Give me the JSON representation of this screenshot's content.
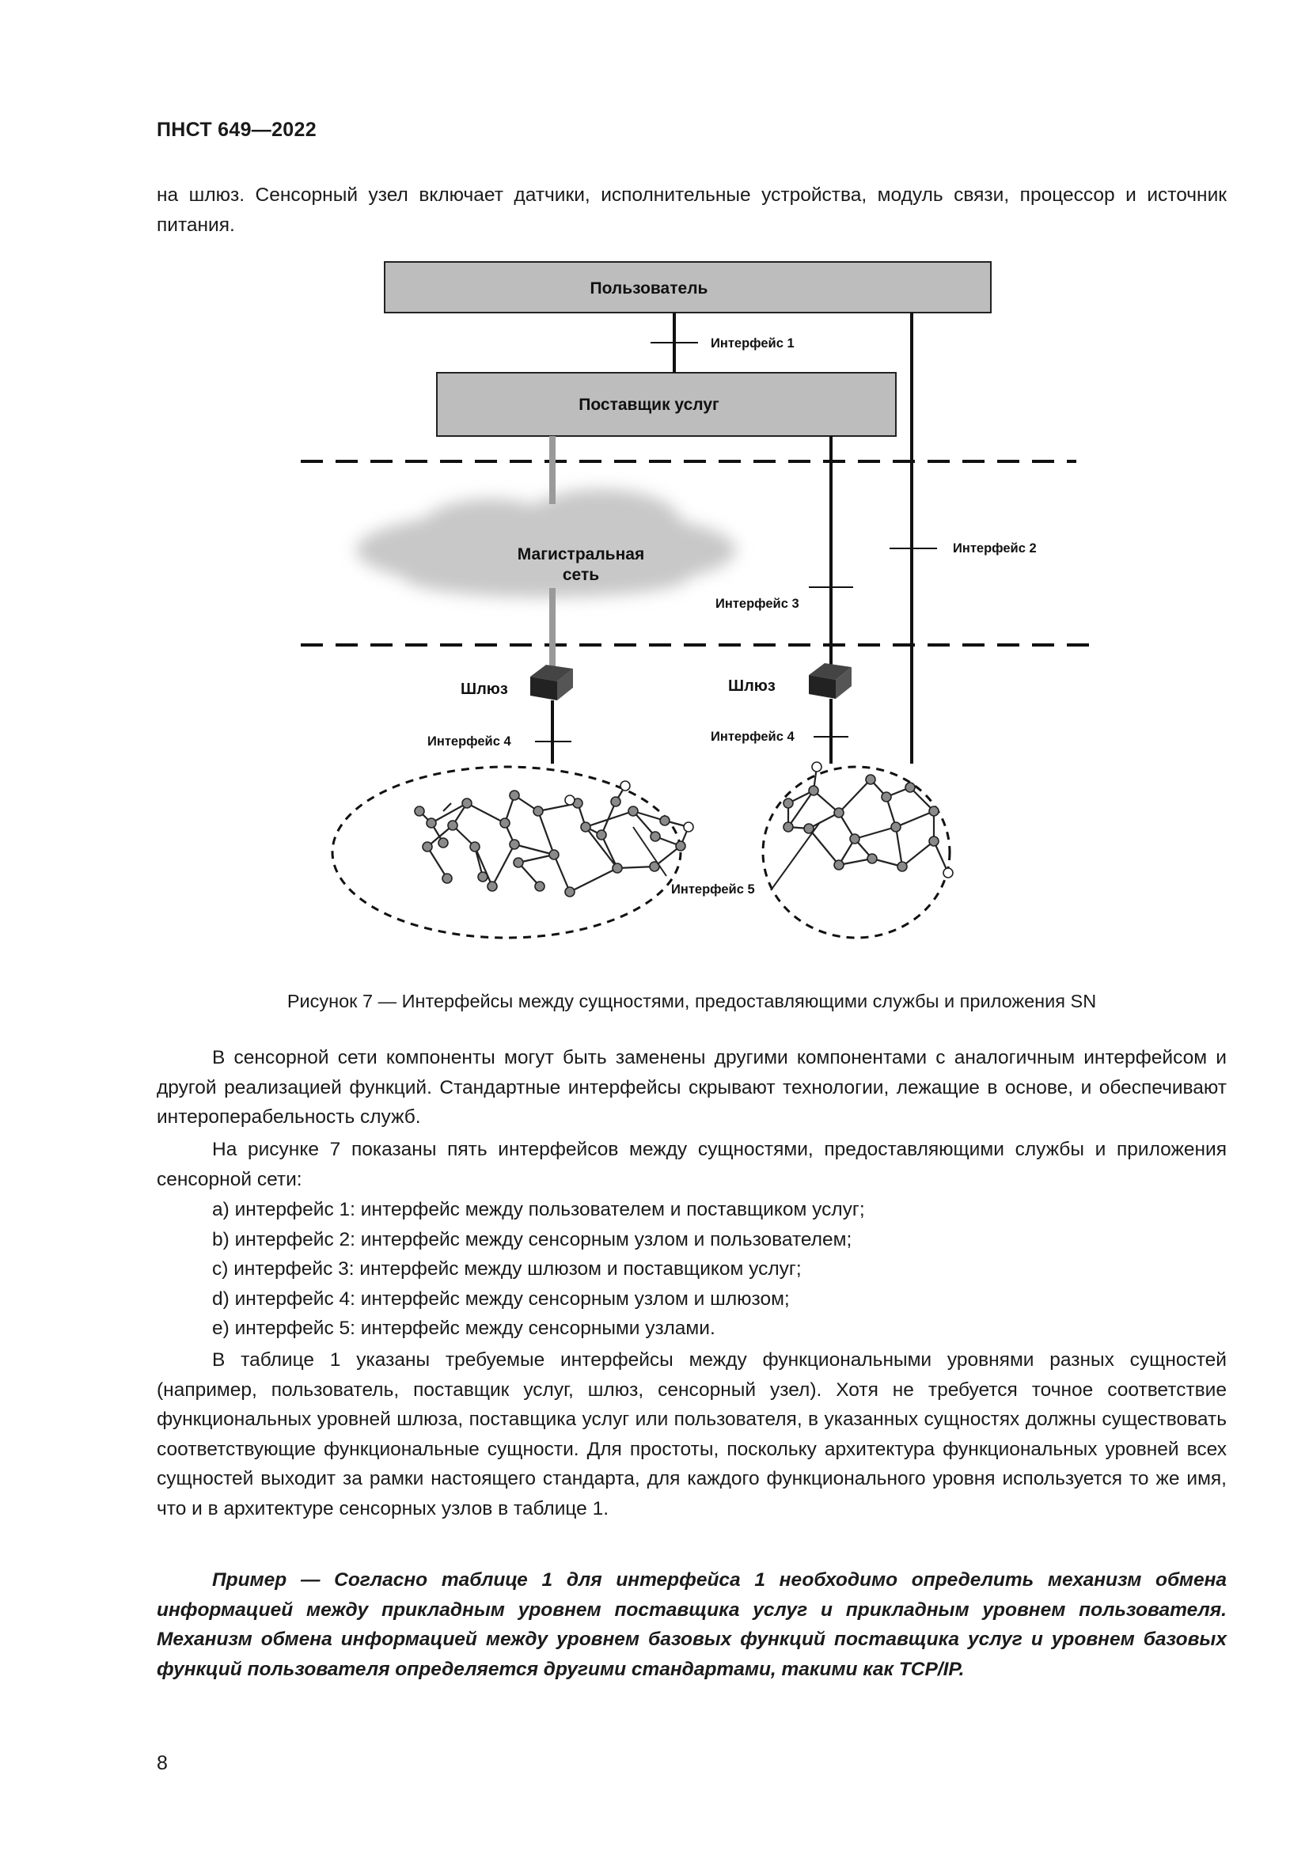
{
  "header": {
    "standard": "ПНСТ 649—2022"
  },
  "intro": "на шлюз. Сенсорный узел включает датчики, исполнительные устройства, модуль связи, процессор и источник питания.",
  "figure": {
    "user_box": "Пользователь",
    "provider_box": "Поставщик услуг",
    "backbone_line1": "Магистральная",
    "backbone_line2": "сеть",
    "gateway_left": "Шлюз",
    "gateway_right": "Шлюз",
    "interface1": "Интерфейс 1",
    "interface2": "Интерфейс 2",
    "interface3": "Интерфейс 3",
    "interface4_left": "Интерфейс 4",
    "interface4_right": "Интерфейс 4",
    "interface5": "Интерфейс 5"
  },
  "caption": "Рисунок 7 — Интерфейсы между сущностями, предоставляющими службы и приложения SN",
  "para1": "В сенсорной сети компоненты могут быть заменены другими компонентами с аналогичным интерфейсом и другой реализацией функций. Стандартные интерфейсы скрывают технологии, лежащие в основе, и обеспечивают интероперабельность служб.",
  "para2": "На рисунке 7 показаны пять интерфейсов между сущностями, предоставляющими службы и приложения сенсорной сети:",
  "list": [
    "a)  интерфейс 1: интерфейс между пользователем и поставщиком услуг;",
    "b)  интерфейс 2: интерфейс между сенсорным узлом и пользователем;",
    "c)  интерфейс 3: интерфейс между шлюзом и поставщиком услуг;",
    "d)  интерфейс 4: интерфейс между сенсорным узлом и шлюзом;",
    "e)  интерфейс 5: интерфейс между сенсорными узлами."
  ],
  "para3": "В таблице 1 указаны требуемые интерфейсы между функциональными уровнями разных сущностей (например, пользователь, поставщик услуг, шлюз, сенсорный узел). Хотя не требуется точное соответствие функциональных уровней шлюза, поставщика услуг или пользователя, в указанных сущностях должны существовать соответствующие функциональные сущности. Для простоты, поскольку архитектура функциональных уровней всех сущностей выходит за рамки настоящего стандарта, для каждого функционального уровня используется то же имя, что и в архитектуре сенсорных узлов в таблице 1.",
  "example": "Пример — Согласно таблице 1 для интерфейса 1 необходимо определить механизм обмена информацией между прикладным уровнем поставщика услуг и прикладным уровнем пользователя. Механизм обмена информацией между уровнем базовых функций поставщика услуг и уровнем базовых функций пользователя определяется другими стандартами, такими как TCP/IP.",
  "page_number": "8"
}
